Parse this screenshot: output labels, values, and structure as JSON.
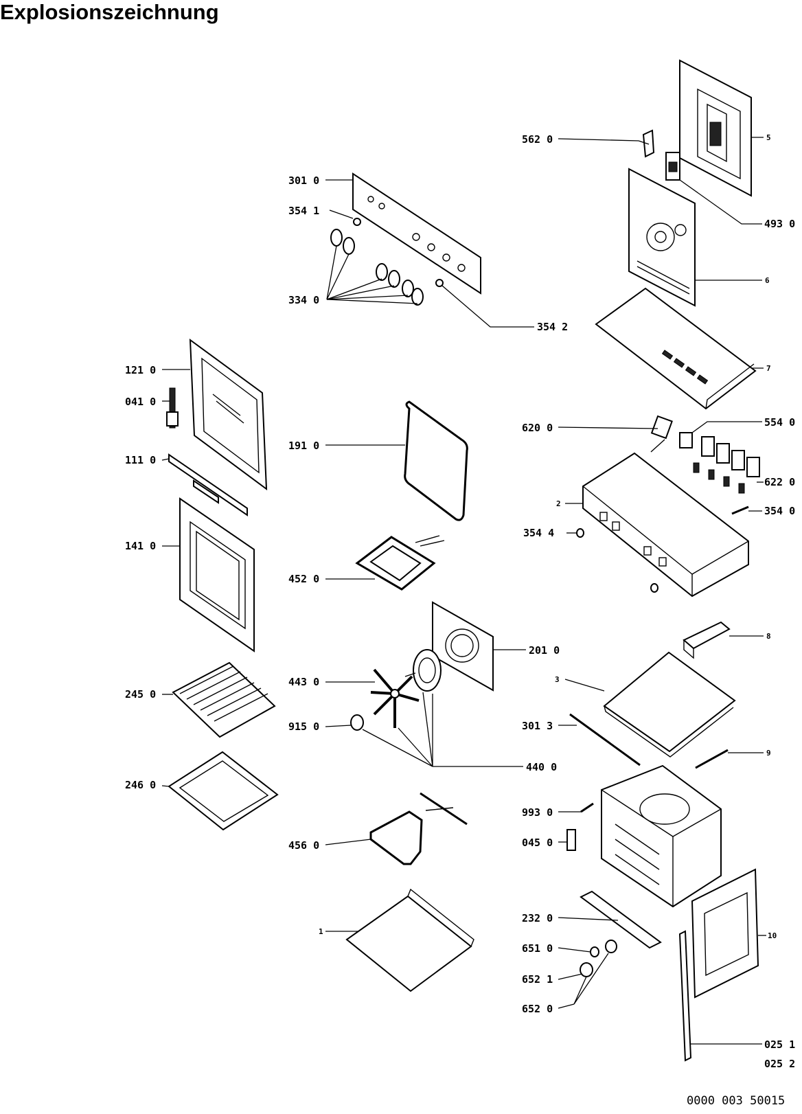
{
  "title": "Explosionszeichnung",
  "drawing_number": "0000 003 50015",
  "labels": {
    "l562": "562 0",
    "l5": "5",
    "l493": "493 0",
    "l6": "6",
    "l301": "301 0",
    "l3541": "354 1",
    "l334": "334 0",
    "l3542": "354 2",
    "l7": "7",
    "l121": "121 0",
    "l041": "041 0",
    "l111": "111 0",
    "l191": "191 0",
    "l620": "620 0",
    "l554": "554 0",
    "l622": "622 0",
    "l2": "2",
    "l3540": "354 0",
    "l3544": "354 4",
    "l141": "141 0",
    "l452": "452 0",
    "l201": "201 0",
    "l8": "8",
    "l245": "245 0",
    "l443": "443 0",
    "l3": "3",
    "l915": "915 0",
    "l3013": "301 3",
    "l9": "9",
    "l440": "440 0",
    "l246": "246 0",
    "l993": "993 0",
    "l456": "456 0",
    "l045": "045 0",
    "l232": "232 0",
    "l1": "1",
    "l10": "10",
    "l651": "651 0",
    "l6521": "652 1",
    "l6520": "652 0",
    "l0251": "025 1",
    "l0252": "025 2"
  }
}
